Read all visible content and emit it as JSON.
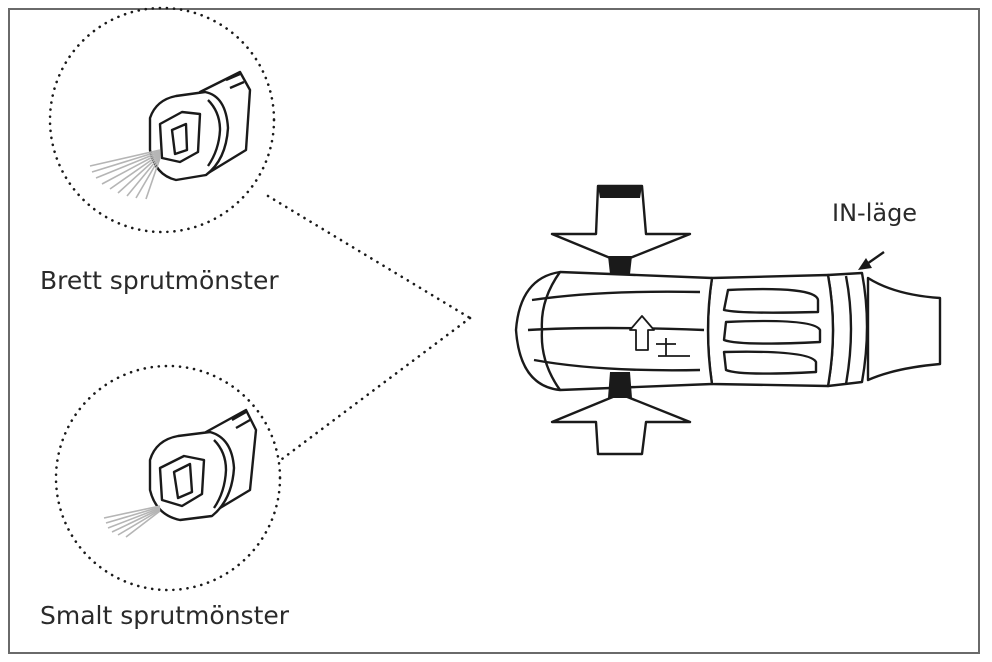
{
  "labels": {
    "wide_pattern": "Brett sprutmönster",
    "narrow_pattern": "Smalt sprutmönster",
    "in_position": "IN-läge"
  },
  "colors": {
    "line": "#1a1a1a",
    "frame": "#6a6a6a",
    "spray": "#b5b5b5"
  }
}
